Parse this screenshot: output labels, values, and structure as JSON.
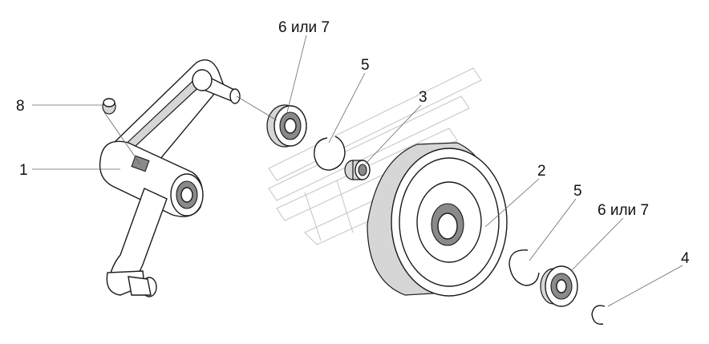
{
  "callouts": {
    "c1": "1",
    "c2": "2",
    "c3": "3",
    "c4": "4",
    "c5_top": "5",
    "c5_right": "5",
    "c67_top": "6 или 7",
    "c67_right": "6 или 7",
    "c8": "8"
  },
  "colors": {
    "line": "#1a1a1a",
    "leader": "#666666",
    "watermark": "#c8c8c8"
  }
}
